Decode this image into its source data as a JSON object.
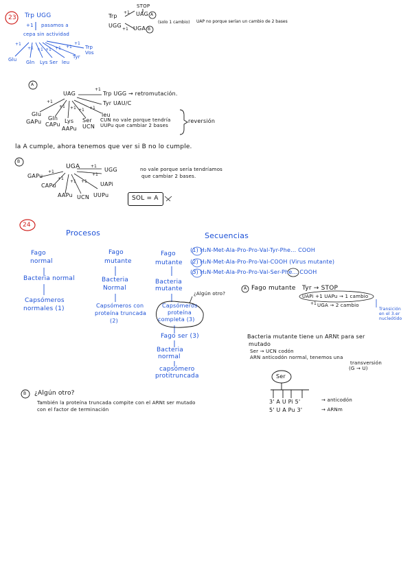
{
  "colors": {
    "ink": "#111111",
    "blue": "#1a4fd6",
    "red": "#d0231f"
  },
  "p23": {
    "num": "23",
    "title": "Trp UGG",
    "plus1": "+1",
    "pasamos": "pasamos a",
    "cepa": "cepa sin actividad",
    "branch_labels": [
      "+1",
      "+1",
      "+1",
      "+1",
      "+1",
      "+1",
      "+1"
    ],
    "aa_bottom": [
      "Glu",
      "Gln",
      "Lys",
      "Ser",
      "leu",
      "Tyr"
    ],
    "trp": "Trp",
    "vos": "Vos",
    "stop": "STOP",
    "trp_r": "Trp",
    "plus1_r": "+1",
    "uag": "UAG",
    "circ_a": "A",
    "uga": "UGG",
    "plus1_r2": "+1",
    "uga2": "UGA",
    "circ_b": "B",
    "note_a": "(solo 1 cambio)",
    "note_b": "UAP no porque serían un cambio de 2 bases"
  },
  "secA": {
    "label": "A",
    "uag": "UAG",
    "arrow_trp": "Trp UGG → retromutación.",
    "tyr": "Tyr UAU/C",
    "plus1": [
      "+1",
      "+1",
      "+1",
      "+1",
      "+1",
      "+1"
    ],
    "glu": "Glu",
    "gapu": "GAPu",
    "gln": "Gln",
    "capu": "CAPu",
    "lys": "Lys",
    "aapu": "AAPu",
    "ser": "Ser",
    "ucn": "UCN",
    "leu": "leu",
    "cuu": "CUN no vale porque tendría",
    "uupu": "UUPu que cambiar 2 bases",
    "reversion": "reversión"
  },
  "conclusion": "la A cumple, ahora tenemos que ver si B no lo cumple.",
  "secB": {
    "label": "B",
    "uga": "UGA",
    "plus1": [
      "+1",
      "+1",
      "+1",
      "+1",
      "+1",
      "+1"
    ],
    "gapu": "GAPu",
    "ugg": "UGG",
    "capu": "CAPu",
    "uapi": "UAPi",
    "aapu": "AAPu",
    "ucn": "UCN",
    "uupu": "UUPu",
    "note1": "no vale porque sería tendríamos",
    "note2": "que cambiar 2 bases.",
    "sol": "SOL = A"
  },
  "p24": {
    "num": "24",
    "procesos": "Procesos",
    "secuencias": "Secuencias",
    "col1": [
      "Fago",
      "normal",
      "Bacteria normal",
      "Capsómeros",
      "normales (1)"
    ],
    "col2": [
      "Fago",
      "mutante",
      "Bacteria",
      "Normal",
      "Capsómeros con",
      "proteína truncada",
      "(2)"
    ],
    "col3": [
      "Fago",
      "mutante",
      "Bacteria",
      "mutante",
      "Capsómeros",
      "proteína",
      "completa (3)",
      "Fago ser (3)",
      "Bacteria",
      "normal",
      "capsómero",
      "protitruncada"
    ],
    "algun": "¿Algún otro?",
    "seq1": "(1) H₂N-Met-Ala-Pro-Pro-Val-Tyr-Phe... COOH",
    "seq2": "(2) H₂N-Met-Ala-Pro-Pro-Val-COOH (Virus mutante)",
    "seq3": "(3) H₂N-Met-Ala-Pro-Pro-Val-Ser-Phe... COOH",
    "fago_a_label": "A",
    "fago_a": "Fago mutante",
    "tyr_stop": "Tyr → STOP",
    "uapi_uag": "UAPi +1 UAPu → 1 cambio",
    "plus1": "+1",
    "uga_2": "UGA → 2 cambio",
    "transicion": [
      "Transición",
      "en el 3.er",
      "nucleótido"
    ],
    "bact_mut": "Bacteria mutante tiene un ARNt para ser",
    "mutado": "mutado",
    "ser_ucn": "Ser → UCN codón",
    "arn_anti": "ARN anticodón normal, tenemos una",
    "transversion": "transversión",
    "g_u": "(G → U)",
    "ser_label": "Ser",
    "anticodon_top": "3' A U Pi 5'",
    "anticodon_arrow": "→ anticodón",
    "anticodon_bottom": "5' U A Pu 3'",
    "marn": "→ ARNm",
    "q_b_label": "B",
    "q_b": "¿Algún otro?",
    "final1": "También la proteína truncada compite con el ARNt ser mutado",
    "final2": "con el factor de terminación"
  }
}
